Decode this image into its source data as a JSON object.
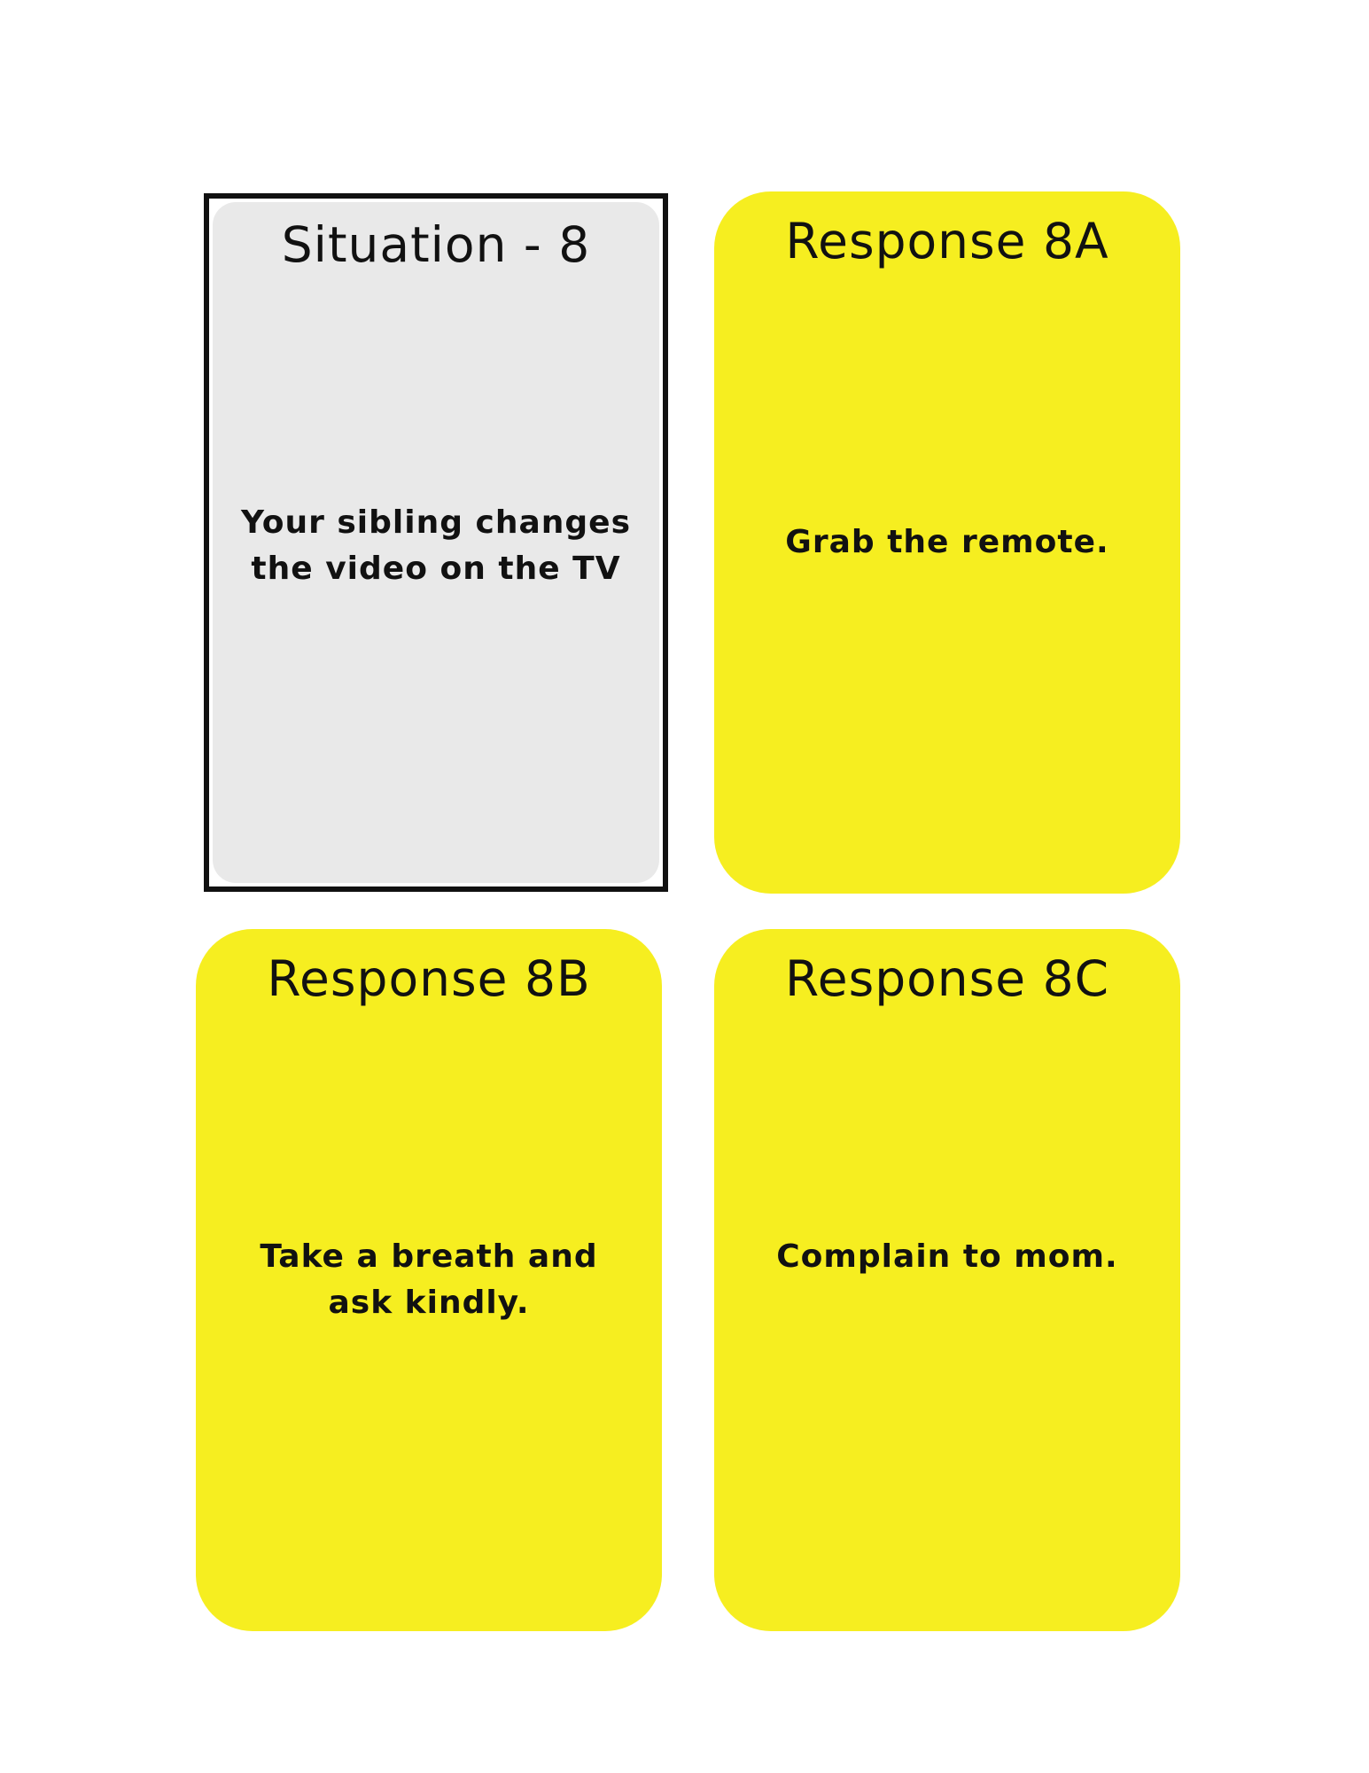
{
  "cards": {
    "situation": {
      "title": "Situation - 8",
      "text": "Your sibling changes the video on the TV"
    },
    "response_a": {
      "title": "Response 8A",
      "text": "Grab the remote."
    },
    "response_b": {
      "title": "Response 8B",
      "text": "Take a breath and ask kindly."
    },
    "response_c": {
      "title": "Response 8C",
      "text": "Complain to mom."
    }
  },
  "colors": {
    "situation_background": "#e9e9e9",
    "situation_border": "#111111",
    "response_background": "#f6ee20",
    "text": "#111111"
  }
}
